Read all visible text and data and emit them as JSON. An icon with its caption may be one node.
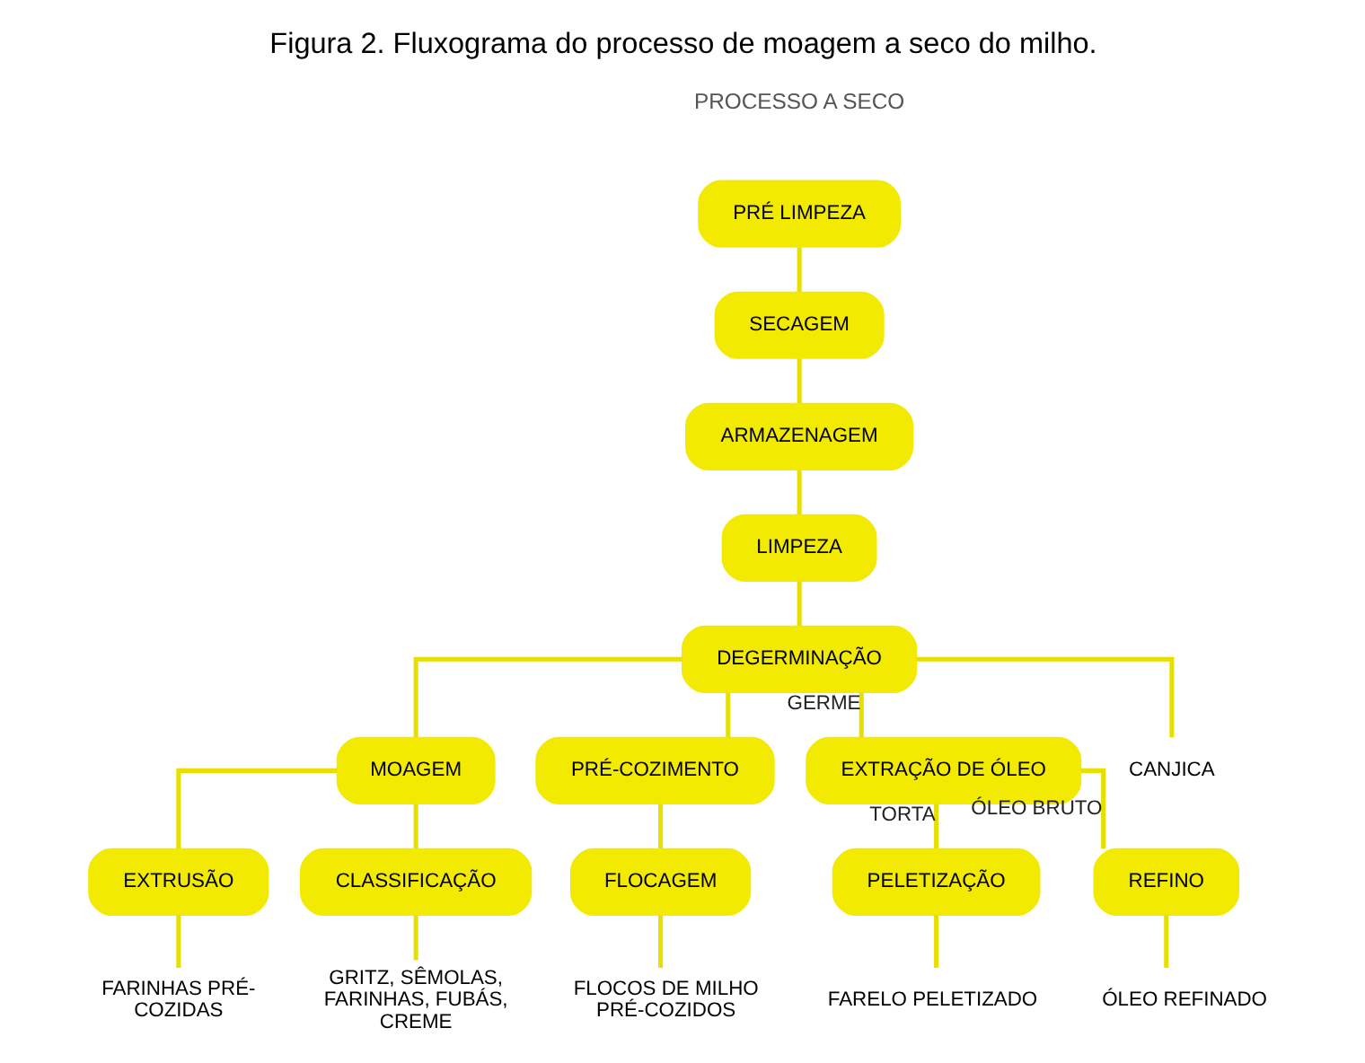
{
  "diagram": {
    "title": "PROCESSO A SECO",
    "caption": "Figura 2. Fluxograma do processo de moagem a seco do milho.",
    "nodes": [
      {
        "text": [
          "PRÉ LIMPEZA"
        ]
      },
      {
        "text": [
          "SECAGEM"
        ]
      },
      {
        "text": [
          "ARMAZENAGEM"
        ]
      },
      {
        "text": [
          "LIMPEZA"
        ]
      },
      {
        "text": [
          "DEGERMINAÇÃO"
        ]
      },
      {
        "text": [
          "MOAGEM"
        ]
      },
      {
        "text": [
          "PRÉ-COZIMENTO"
        ]
      },
      {
        "text": [
          "EXTRAÇÃO DE ÓLEO"
        ]
      },
      {
        "text": [
          "EXTRUSÃO"
        ]
      },
      {
        "text": [
          "CLASSIFICAÇÃO"
        ]
      },
      {
        "text": [
          "FLOCAGEM"
        ]
      },
      {
        "text": [
          "PELETIZAÇÃO"
        ]
      },
      {
        "text": [
          "REFINO"
        ]
      },
      {
        "text": [
          "FARINHAS PRÉ-COZIDAS"
        ]
      },
      {
        "text": [
          "GRITZ, SÊMOLAS, FARINHAS, FUBÁS, CREME"
        ]
      },
      {
        "text": [
          "FLOCOS DE MILHO PRÉ-COZIDOS"
        ]
      },
      {
        "text": [
          "CANJICA"
        ]
      },
      {
        "text": [
          "FARELO PELETIZADO"
        ]
      },
      {
        "text": [
          "ÓLEO REFINADO"
        ]
      }
    ],
    "edges": [
      {
        "from": 0,
        "to": 1,
        "arrow": "none"
      },
      {
        "from": 1,
        "to": 2,
        "arrow": "none"
      },
      {
        "from": 2,
        "to": 3,
        "arrow": "none"
      },
      {
        "from": 3,
        "to": 4,
        "arrow": "none"
      },
      {
        "from": 4,
        "to": 5,
        "arrow": "none"
      },
      {
        "from": 4,
        "to": 6,
        "arrow": "none"
      },
      {
        "from": 4,
        "to": 16,
        "arrow": "none"
      },
      {
        "from": 4,
        "to": 7,
        "arrow": "none",
        "label": "GERME"
      },
      {
        "from": 5,
        "to": 8,
        "arrow": "none"
      },
      {
        "from": 5,
        "to": 9,
        "arrow": "none"
      },
      {
        "from": 6,
        "to": 10,
        "arrow": "none"
      },
      {
        "from": 7,
        "to": 11,
        "arrow": "none",
        "label": "TORTA"
      },
      {
        "from": 7,
        "to": 12,
        "arrow": "none",
        "label": "ÓLEO BRUTO"
      },
      {
        "from": 8,
        "to": 13,
        "arrow": "none"
      },
      {
        "from": 9,
        "to": 14,
        "arrow": "none"
      },
      {
        "from": 10,
        "to": 15,
        "arrow": "none"
      },
      {
        "from": 11,
        "to": 17,
        "arrow": "none"
      },
      {
        "from": 12,
        "to": 18,
        "arrow": "none"
      }
    ]
  }
}
